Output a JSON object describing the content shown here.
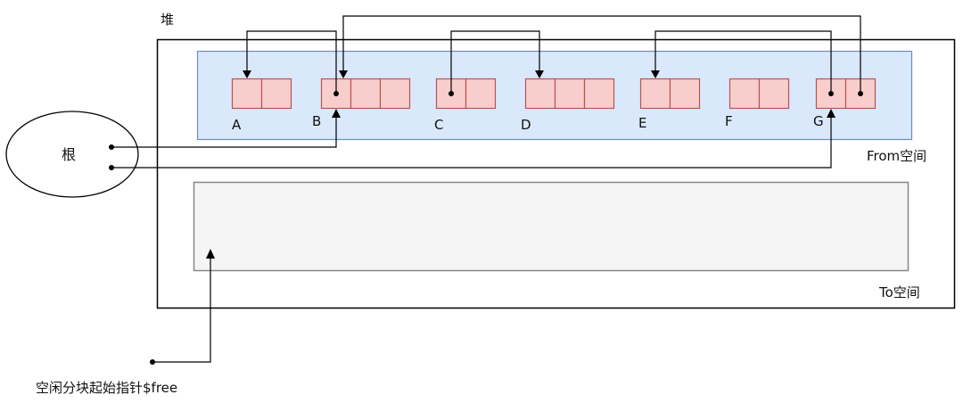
{
  "heap": {
    "label": "堆"
  },
  "from_space": {
    "label": "From空间"
  },
  "to_space": {
    "label": "To空间"
  },
  "root": {
    "label": "根"
  },
  "free_pointer": {
    "label": "空闲分块起始指针$free"
  },
  "objects": [
    {
      "name": "A",
      "cells": 2
    },
    {
      "name": "B",
      "cells": 3
    },
    {
      "name": "C",
      "cells": 2
    },
    {
      "name": "D",
      "cells": 3
    },
    {
      "name": "E",
      "cells": 2
    },
    {
      "name": "F",
      "cells": 2
    },
    {
      "name": "G",
      "cells": 2
    }
  ],
  "references": [
    {
      "from": "B",
      "from_cell": 0,
      "to": "A"
    },
    {
      "from": "C",
      "from_cell": 0,
      "to": "D"
    },
    {
      "from": "G",
      "from_cell": 0,
      "to": "E"
    },
    {
      "from": "G",
      "from_cell": 1,
      "to": "B"
    },
    {
      "from": "root",
      "to": "B"
    },
    {
      "from": "root",
      "to": "G"
    },
    {
      "from": "$free",
      "to": "To空间"
    }
  ],
  "colors": {
    "cell_fill": "#f8cecc",
    "cell_stroke": "#b85450",
    "from_fill": "#dae8fc",
    "from_stroke": "#6c8ebf",
    "to_fill": "#f5f5f5",
    "to_stroke": "#888888"
  }
}
